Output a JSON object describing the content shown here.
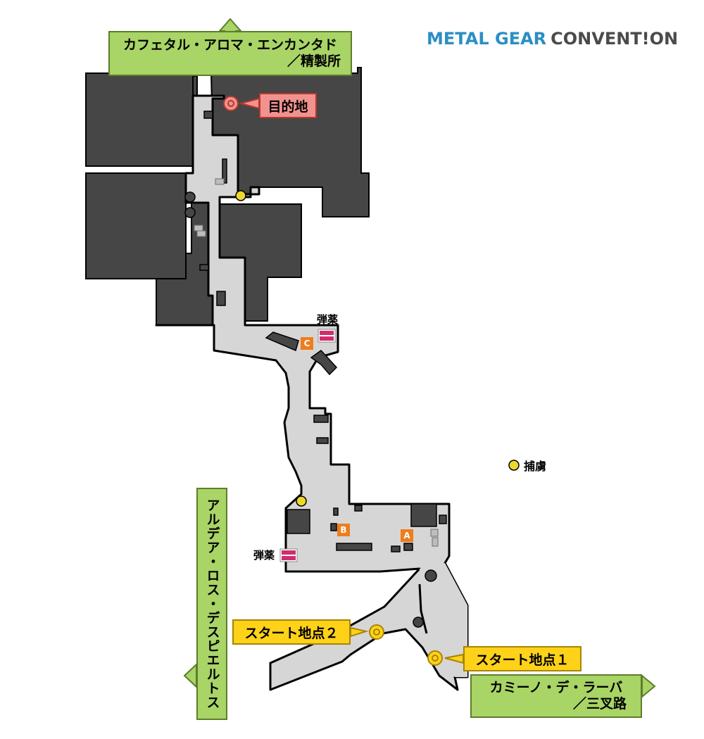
{
  "logo": {
    "part1": "METAL GEAR",
    "part2": "CONVENT!ON"
  },
  "labels": {
    "exit_north_line1": "カフェタル・アロマ・エンカンタド",
    "exit_north_line2": "／精製所",
    "destination": "目的地",
    "exit_west": "アルデア・ロス・デスピエルトス",
    "start1": "スタート地点１",
    "start2": "スタート地点２",
    "exit_east_line1": "カミーノ・デ・ラーバ",
    "exit_east_line2": "／三叉路",
    "ammo": "弾薬",
    "legend_captive": "捕虜"
  },
  "waypoints": {
    "a": "A",
    "b": "B",
    "c": "C"
  },
  "colors": {
    "building": "#464646",
    "path": "#d6d6d6",
    "outline": "#000000",
    "exit_green": "#a9d466",
    "destination_red": "#f2928e",
    "start_yellow": "#ffd21a",
    "captive_yellow": "#ecd92c",
    "ammo_pink": "#d02c6f",
    "waypoint_orange": "#ee7d1c"
  }
}
